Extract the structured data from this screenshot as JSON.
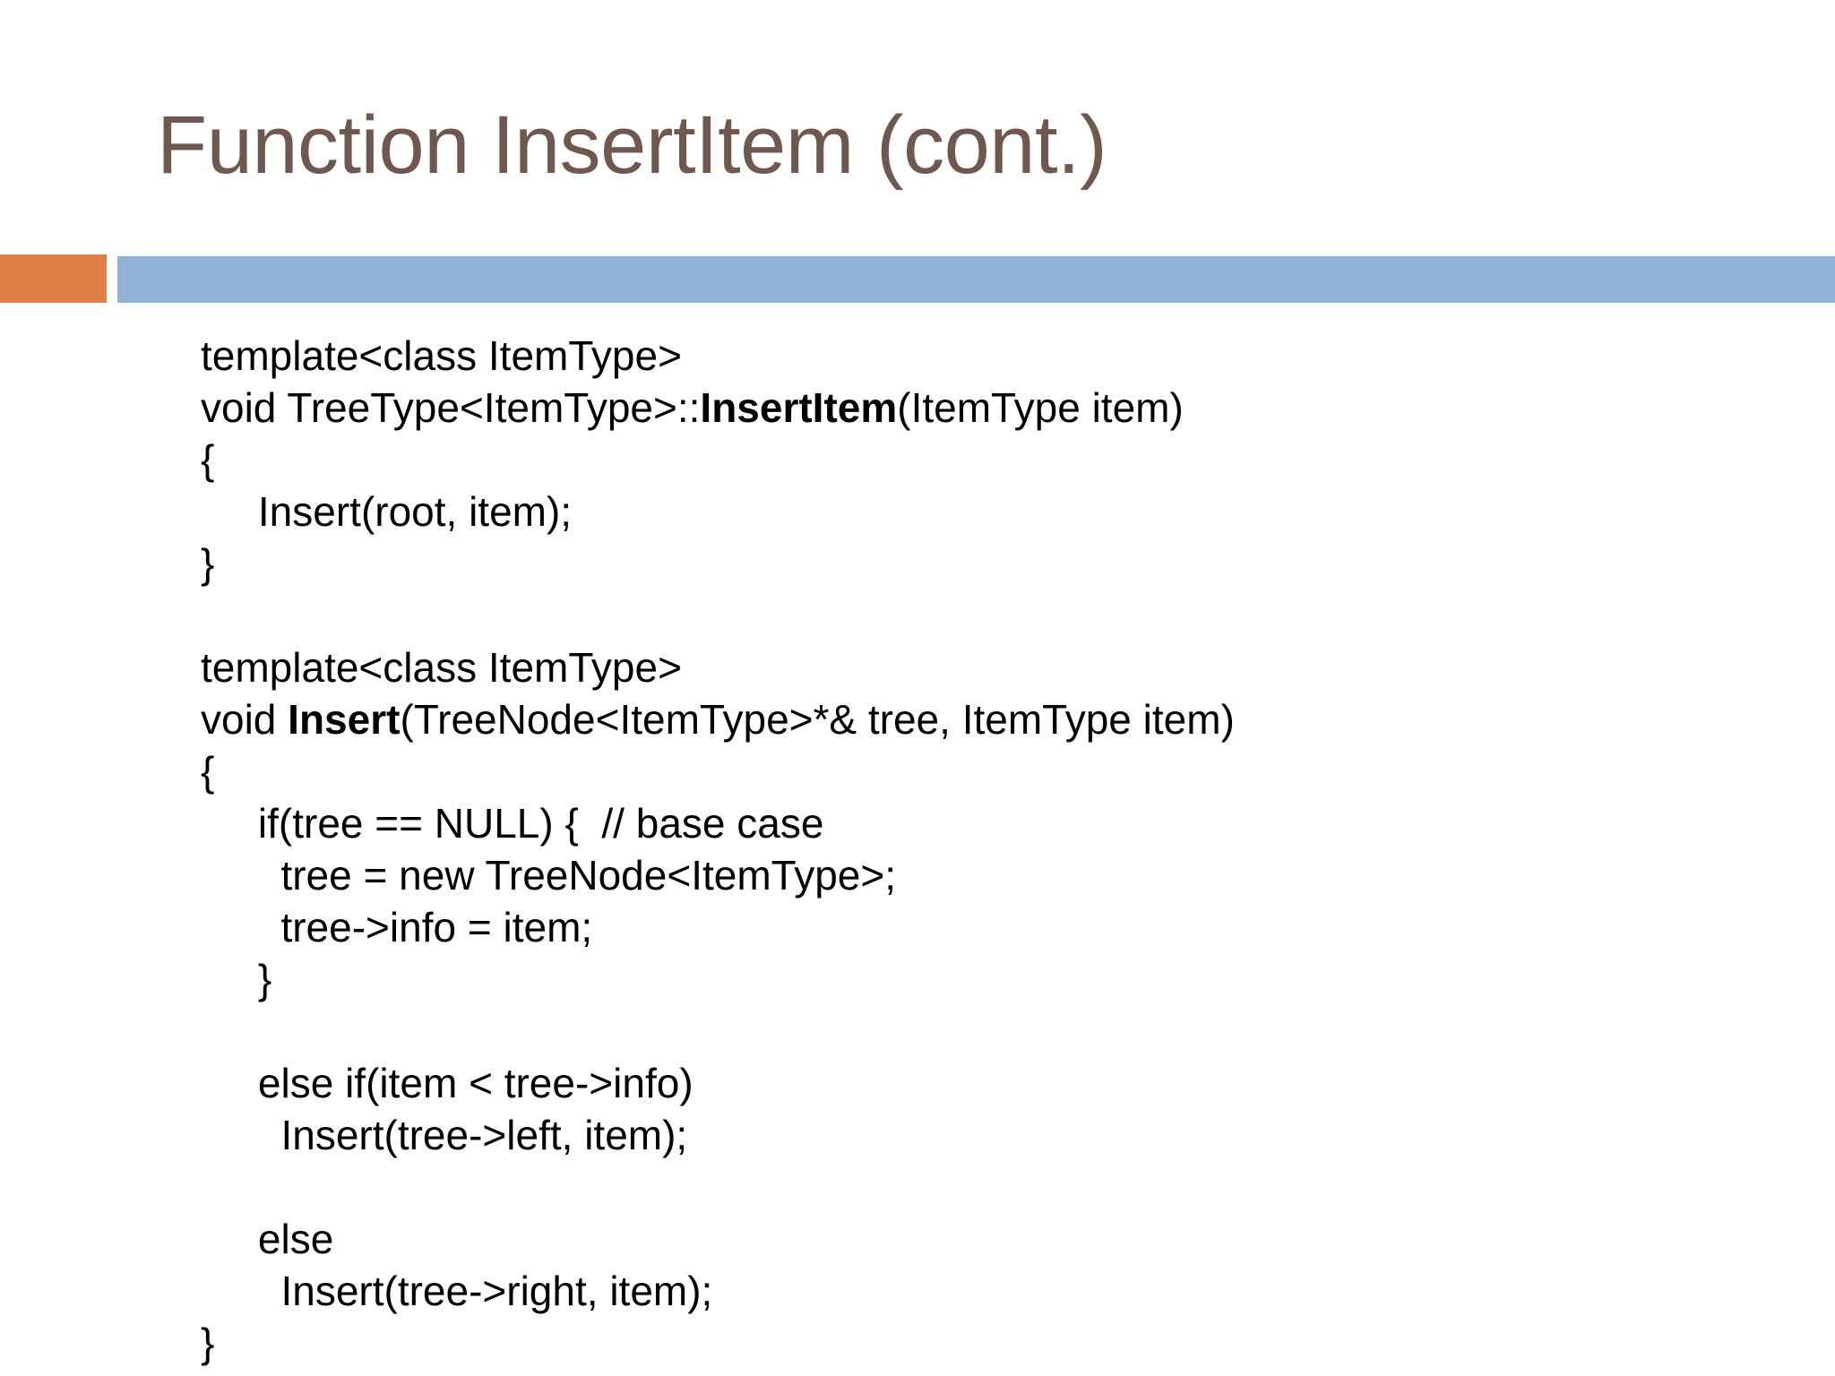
{
  "slide": {
    "title": "Function InsertItem (cont.)",
    "background_color": "#FFFFFF",
    "title_color": "#6E5850",
    "accent_color": "#DD8149",
    "bar_color": "#8FB3D6"
  },
  "code": {
    "lines": [
      {
        "indent": 0,
        "segments": [
          {
            "text": "template<class ItemType>",
            "bold": false
          }
        ]
      },
      {
        "indent": 0,
        "segments": [
          {
            "text": "void TreeType<ItemType>::",
            "bold": false
          },
          {
            "text": "InsertItem",
            "bold": true
          },
          {
            "text": "(ItemType item)",
            "bold": false
          }
        ]
      },
      {
        "indent": 0,
        "segments": [
          {
            "text": "{",
            "bold": false
          }
        ]
      },
      {
        "indent": 0,
        "segments": [
          {
            "text": "     Insert(root, item);",
            "bold": false
          }
        ]
      },
      {
        "indent": 0,
        "segments": [
          {
            "text": "}",
            "bold": false
          }
        ]
      },
      {
        "indent": 0,
        "segments": [
          {
            "text": "",
            "bold": false
          }
        ]
      },
      {
        "indent": 0,
        "segments": [
          {
            "text": "template<class ItemType>",
            "bold": false
          }
        ]
      },
      {
        "indent": 0,
        "segments": [
          {
            "text": "void ",
            "bold": false
          },
          {
            "text": "Insert",
            "bold": true
          },
          {
            "text": "(TreeNode<ItemType>*& tree, ItemType item)",
            "bold": false
          }
        ]
      },
      {
        "indent": 0,
        "segments": [
          {
            "text": "{",
            "bold": false
          }
        ]
      },
      {
        "indent": 0,
        "segments": [
          {
            "text": "     if(tree == NULL) {  // base case",
            "bold": false
          }
        ]
      },
      {
        "indent": 0,
        "segments": [
          {
            "text": "       tree = new TreeNode<ItemType>;",
            "bold": false
          }
        ]
      },
      {
        "indent": 0,
        "segments": [
          {
            "text": "       tree->info = item;",
            "bold": false
          }
        ]
      },
      {
        "indent": 0,
        "segments": [
          {
            "text": "     }",
            "bold": false
          }
        ]
      },
      {
        "indent": 0,
        "segments": [
          {
            "text": "",
            "bold": false
          }
        ]
      },
      {
        "indent": 0,
        "segments": [
          {
            "text": "     else if(item < tree->info)",
            "bold": false
          }
        ]
      },
      {
        "indent": 0,
        "segments": [
          {
            "text": "       Insert(tree->left, item);",
            "bold": false
          }
        ]
      },
      {
        "indent": 0,
        "segments": [
          {
            "text": "",
            "bold": false
          }
        ]
      },
      {
        "indent": 0,
        "segments": [
          {
            "text": "     else",
            "bold": false
          }
        ]
      },
      {
        "indent": 0,
        "segments": [
          {
            "text": "       Insert(tree->right, item);",
            "bold": false
          }
        ]
      },
      {
        "indent": 0,
        "segments": [
          {
            "text": "}",
            "bold": false
          }
        ]
      }
    ]
  }
}
